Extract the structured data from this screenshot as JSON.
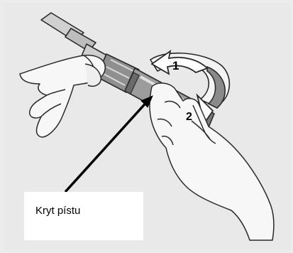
{
  "callout": {
    "label": "Kryt pístu"
  },
  "steps": {
    "step1": "1",
    "step2": "2"
  },
  "colors": {
    "background": "#e9e9e9",
    "line": "#2a2a2a",
    "skin": "#f7f7f7",
    "shade": "#a9a9a9",
    "dark": "#6a6a6a",
    "arrow": "#000000"
  }
}
